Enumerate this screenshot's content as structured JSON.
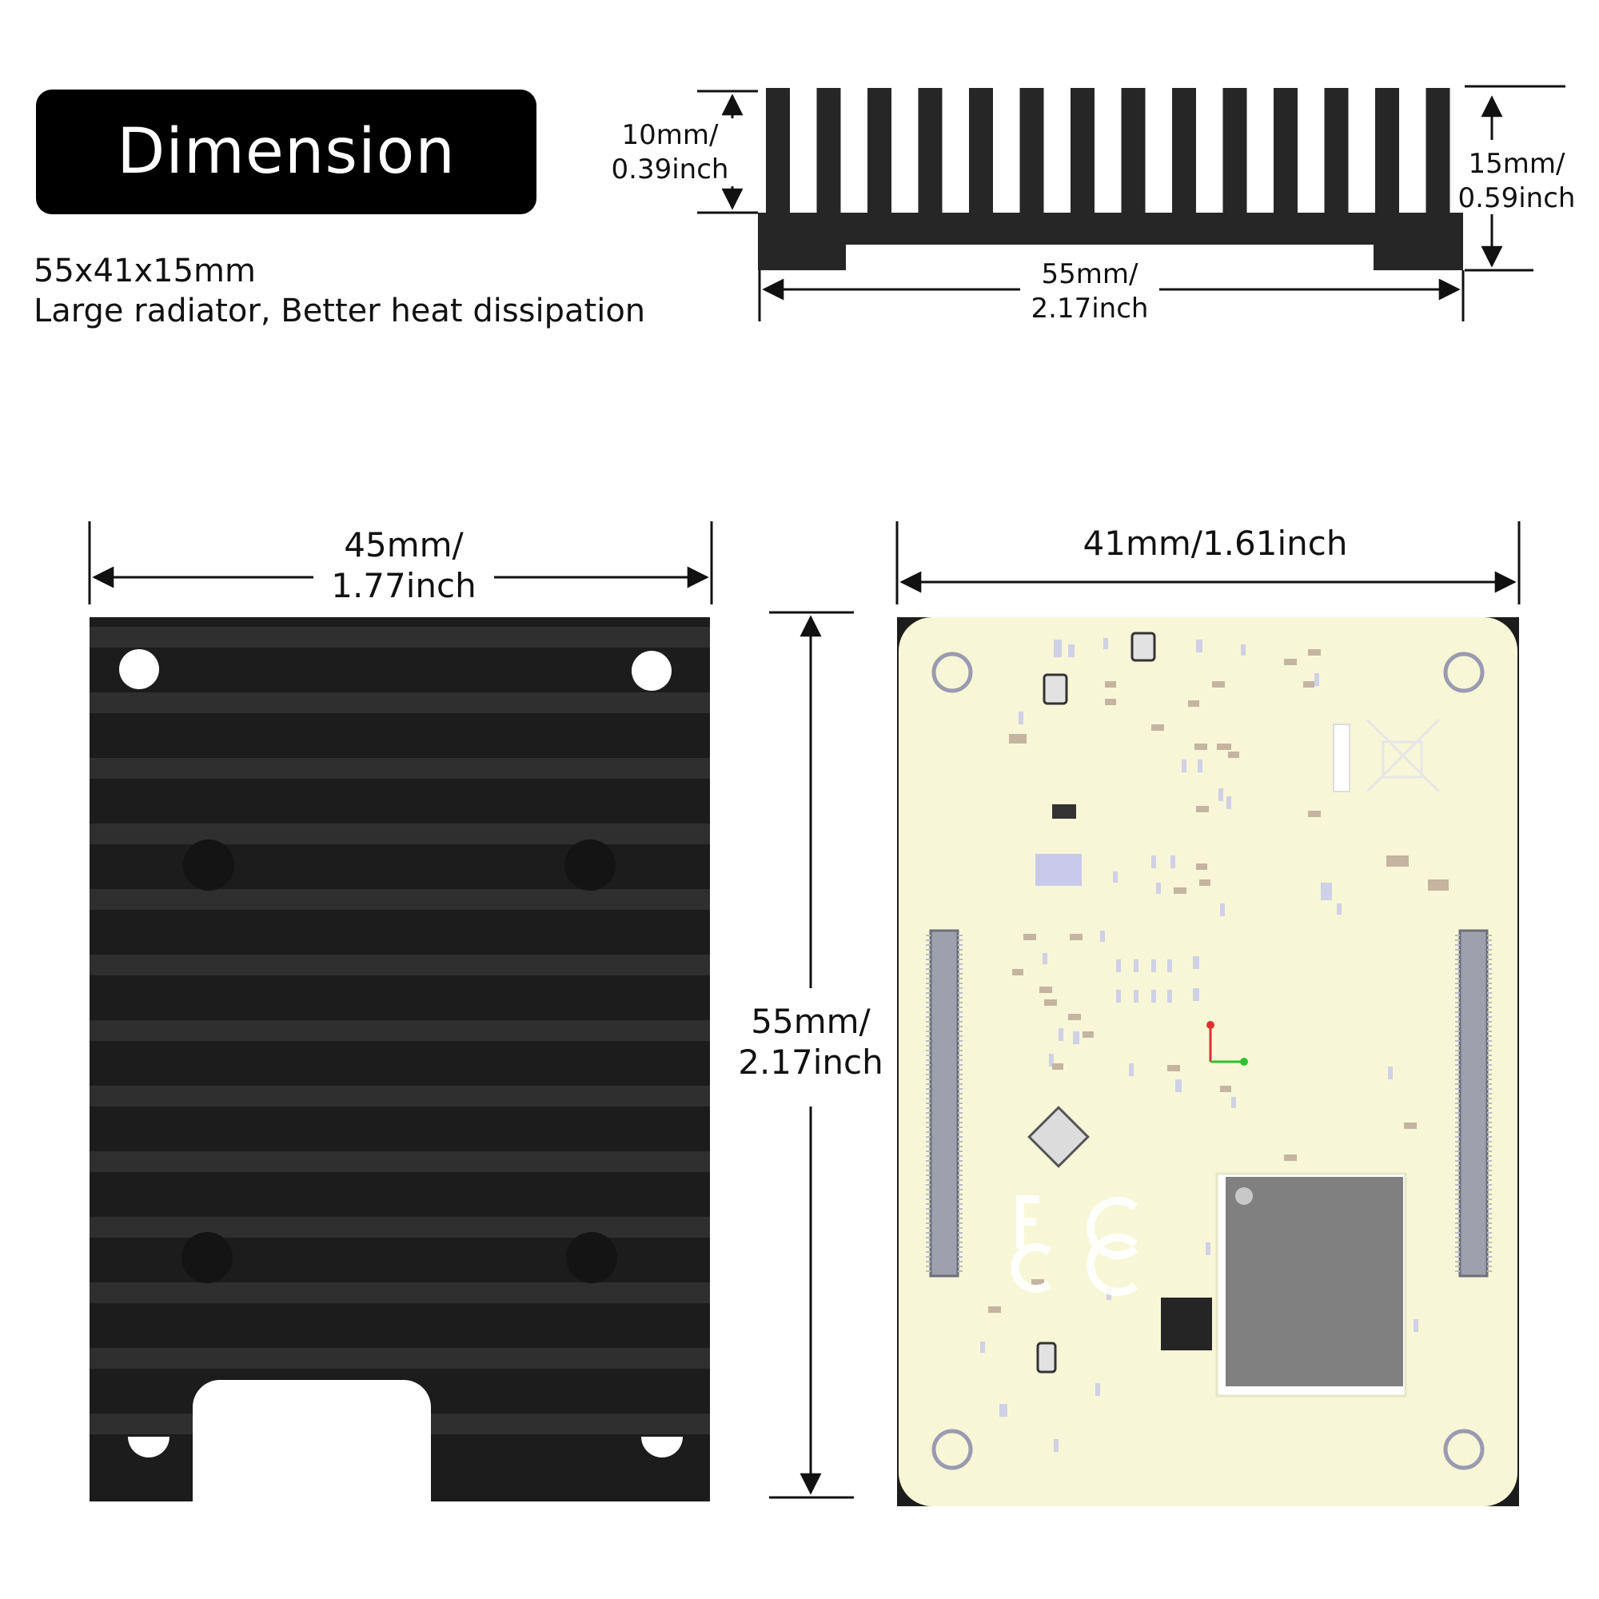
{
  "header": {
    "title": "Dimension",
    "size_spec": "55x41x15mm",
    "feature": "Large radiator, Better heat dissipation"
  },
  "side_view": {
    "fin_height_mm": "10mm/",
    "fin_height_in": "0.39inch",
    "total_height_mm": "15mm/",
    "total_height_in": "0.59inch",
    "length_mm": "55mm/",
    "length_in": "2.17inch"
  },
  "top_view": {
    "width_mm": "45mm/",
    "width_in": "1.77inch",
    "height_mm": "55mm/",
    "height_in": "2.17inch"
  },
  "board_view": {
    "width_label": "41mm/1.61inch"
  },
  "colors": {
    "heatsink": "#1c1c1c",
    "heatsink_stripe": "#2e2e2e",
    "board": "#f7f7d8",
    "chip": "#808080"
  }
}
